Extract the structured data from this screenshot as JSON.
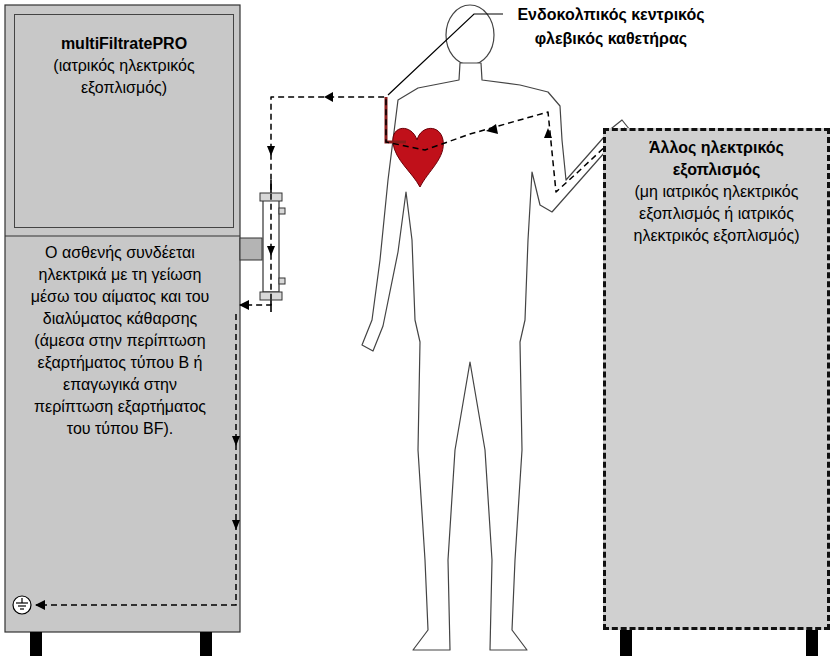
{
  "diagram": {
    "nodes": [
      {
        "text": [
          "multiFiltratePRO",
          "(ιατρικός ηλεκτρικός εξοπλισμός)"
        ]
      },
      {
        "text": [
          "Ο ασθενής συνδέεται ηλεκτρικά με τη γείωση μέσω του αίματος και του διαλύματος κάθαρσης (άμεσα στην περίπτωση εξαρτήματος τύπου Β ή επαγωγικά στην περίπτωση εξαρτήματος του τύπου BF)."
        ]
      },
      {
        "text": [
          "Άλλος ηλεκτρικός εξοπλισμός",
          "(μη ιατρικός ηλεκτρικός εξοπλισμός ή ιατρικός ηλεκτρικός εξοπλισμός)"
        ]
      }
    ],
    "edges": [
      {
        "from": 2,
        "to": 1,
        "arrow": "to"
      }
    ],
    "labels": [
      "Ενδοκολπικός κεντρικός φλεβικός καθετήρας"
    ]
  }
}
